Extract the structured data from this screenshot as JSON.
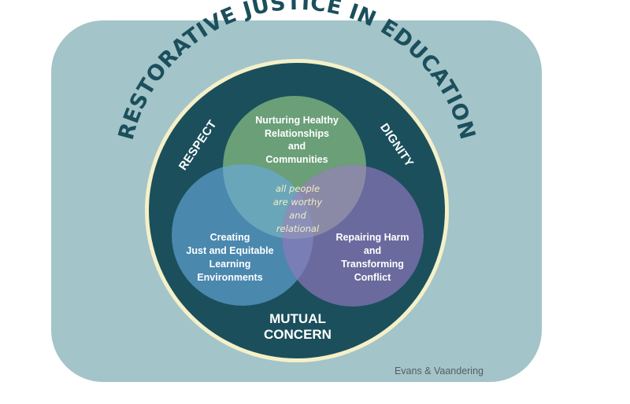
{
  "diagram": {
    "title": "RESTORATIVE JUSTICE IN EDUCATION",
    "values": {
      "left": "RESPECT",
      "right": "DIGNITY",
      "bottom_line1": "MUTUAL",
      "bottom_line2": "CONCERN"
    },
    "areas": {
      "top": [
        "Nurturing Healthy",
        "Relationships",
        "and",
        "Communities"
      ],
      "left": [
        "Creating",
        "Just and Equitable",
        "Learning",
        "Environments"
      ],
      "right": [
        "Repairing Harm",
        "and",
        "Transforming",
        "Conflict"
      ]
    },
    "center": [
      "all people",
      "are worthy",
      "and",
      "relational"
    ],
    "credit": "Evans & Vaandering"
  },
  "colors": {
    "panel_bg": "#a3c4c9",
    "outer_ring": "#1b4f5c",
    "cream_border": "#f5f0c8",
    "green_circle": "#6a9f78",
    "blue_circle": "#4a88ae",
    "purple_circle": "#6a6a9e",
    "center_text": "#f3eec4"
  }
}
